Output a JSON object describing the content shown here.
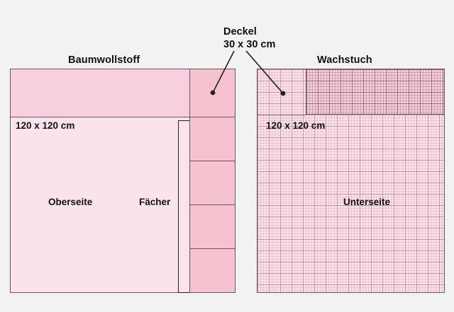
{
  "background_color": "#f2f2f2",
  "colors": {
    "fabric_light": "#fbe3ed",
    "fabric_mid": "#f7cfdf",
    "fabric_dark": "#f4c3cf",
    "oilcloth": "#fbe0ea",
    "oilcloth_dark": "#f4cdd9",
    "outline": "#6b5560",
    "leader": "#23201f",
    "text": "#111111"
  },
  "callout": {
    "title": "Deckel",
    "size": "30 x 30 cm"
  },
  "panels": [
    {
      "id": "cotton",
      "heading": "Baumwollstoff",
      "dimension": "120 x 120 cm",
      "labels": [
        {
          "name": "oberseite",
          "text": "Oberseite"
        },
        {
          "name": "faecher",
          "text": "Fächer"
        }
      ],
      "compartment_count": 4
    },
    {
      "id": "oilcloth",
      "heading": "Wachstuch",
      "dimension": "120 x 120 cm",
      "labels": [
        {
          "name": "unterseite",
          "text": "Unterseite"
        }
      ]
    }
  ]
}
